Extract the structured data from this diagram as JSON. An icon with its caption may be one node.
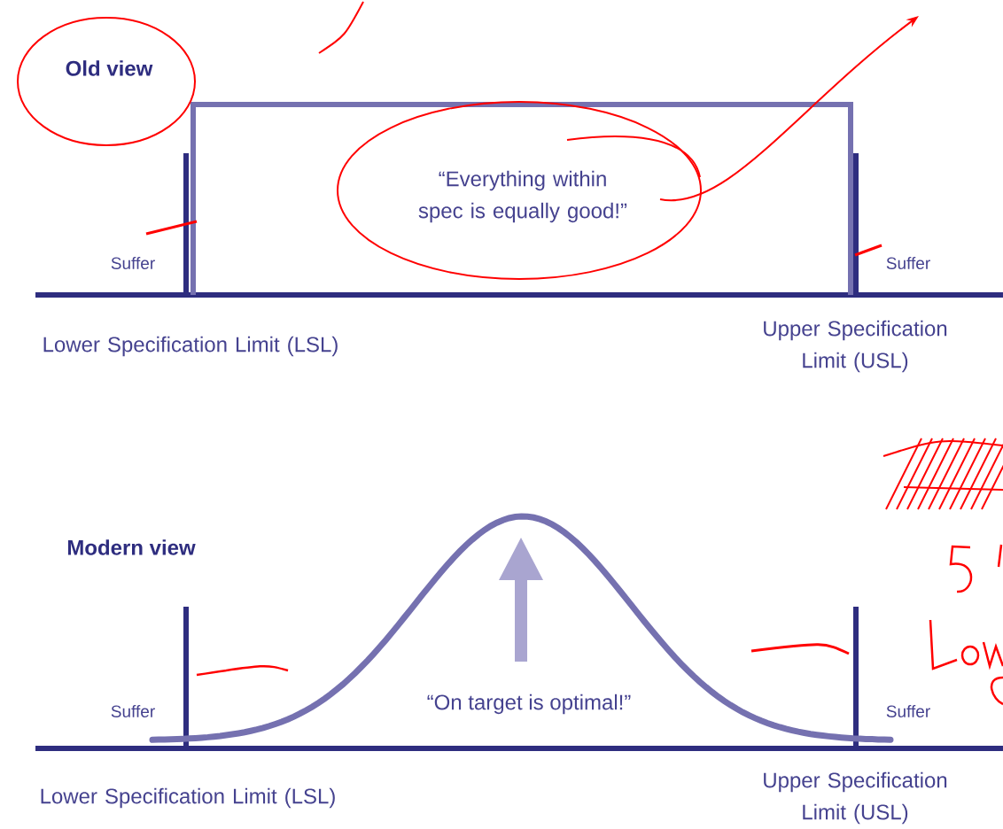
{
  "diagram": {
    "labels": [
      "Old view",
      "“Everything within spec is equally good!”",
      "Suffer",
      "Suffer",
      "Lower Specification Limit (LSL)",
      "Upper Specification Limit (USL)",
      "Modern view",
      "Suffer",
      "“On target is optimal!”",
      "Suffer",
      "Lower Specification Limit (LSL)",
      "Upper Specification Limit (USL)"
    ]
  }
}
